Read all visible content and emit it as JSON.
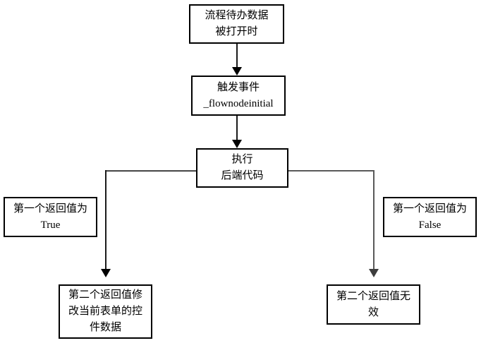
{
  "diagram": {
    "title": "flow-node-event-flowchart",
    "colors": {
      "background": "#ffffff",
      "box_border": "#000000",
      "text": "#000000",
      "connector_dark": "#1a1a1a",
      "connector_gray": "#595959"
    },
    "nodes": {
      "start": {
        "lines": [
          "流程待办数据",
          "被打开时"
        ]
      },
      "trigger": {
        "lines": [
          "触发事件",
          "_flownodeinitial"
        ]
      },
      "execute": {
        "lines": [
          "执行",
          "后端代码"
        ]
      },
      "cond_true": {
        "lines": [
          "第一个返回值为",
          "True"
        ]
      },
      "cond_false": {
        "lines": [
          "第一个返回值为",
          "False"
        ]
      },
      "result_true": {
        "lines": [
          "第二个返回值修",
          "改当前表单的控",
          "件数据"
        ]
      },
      "result_false": {
        "lines": [
          "第二个返回值无",
          "效"
        ]
      }
    },
    "edges": [
      {
        "from": "start",
        "to": "trigger",
        "style": "arrow-down"
      },
      {
        "from": "trigger",
        "to": "execute",
        "style": "arrow-down"
      },
      {
        "from": "execute",
        "to": "result_true",
        "style": "left-elbow-arrow",
        "condition_label": "cond_true"
      },
      {
        "from": "execute",
        "to": "result_false",
        "style": "right-elbow-arrow",
        "condition_label": "cond_false"
      }
    ]
  }
}
